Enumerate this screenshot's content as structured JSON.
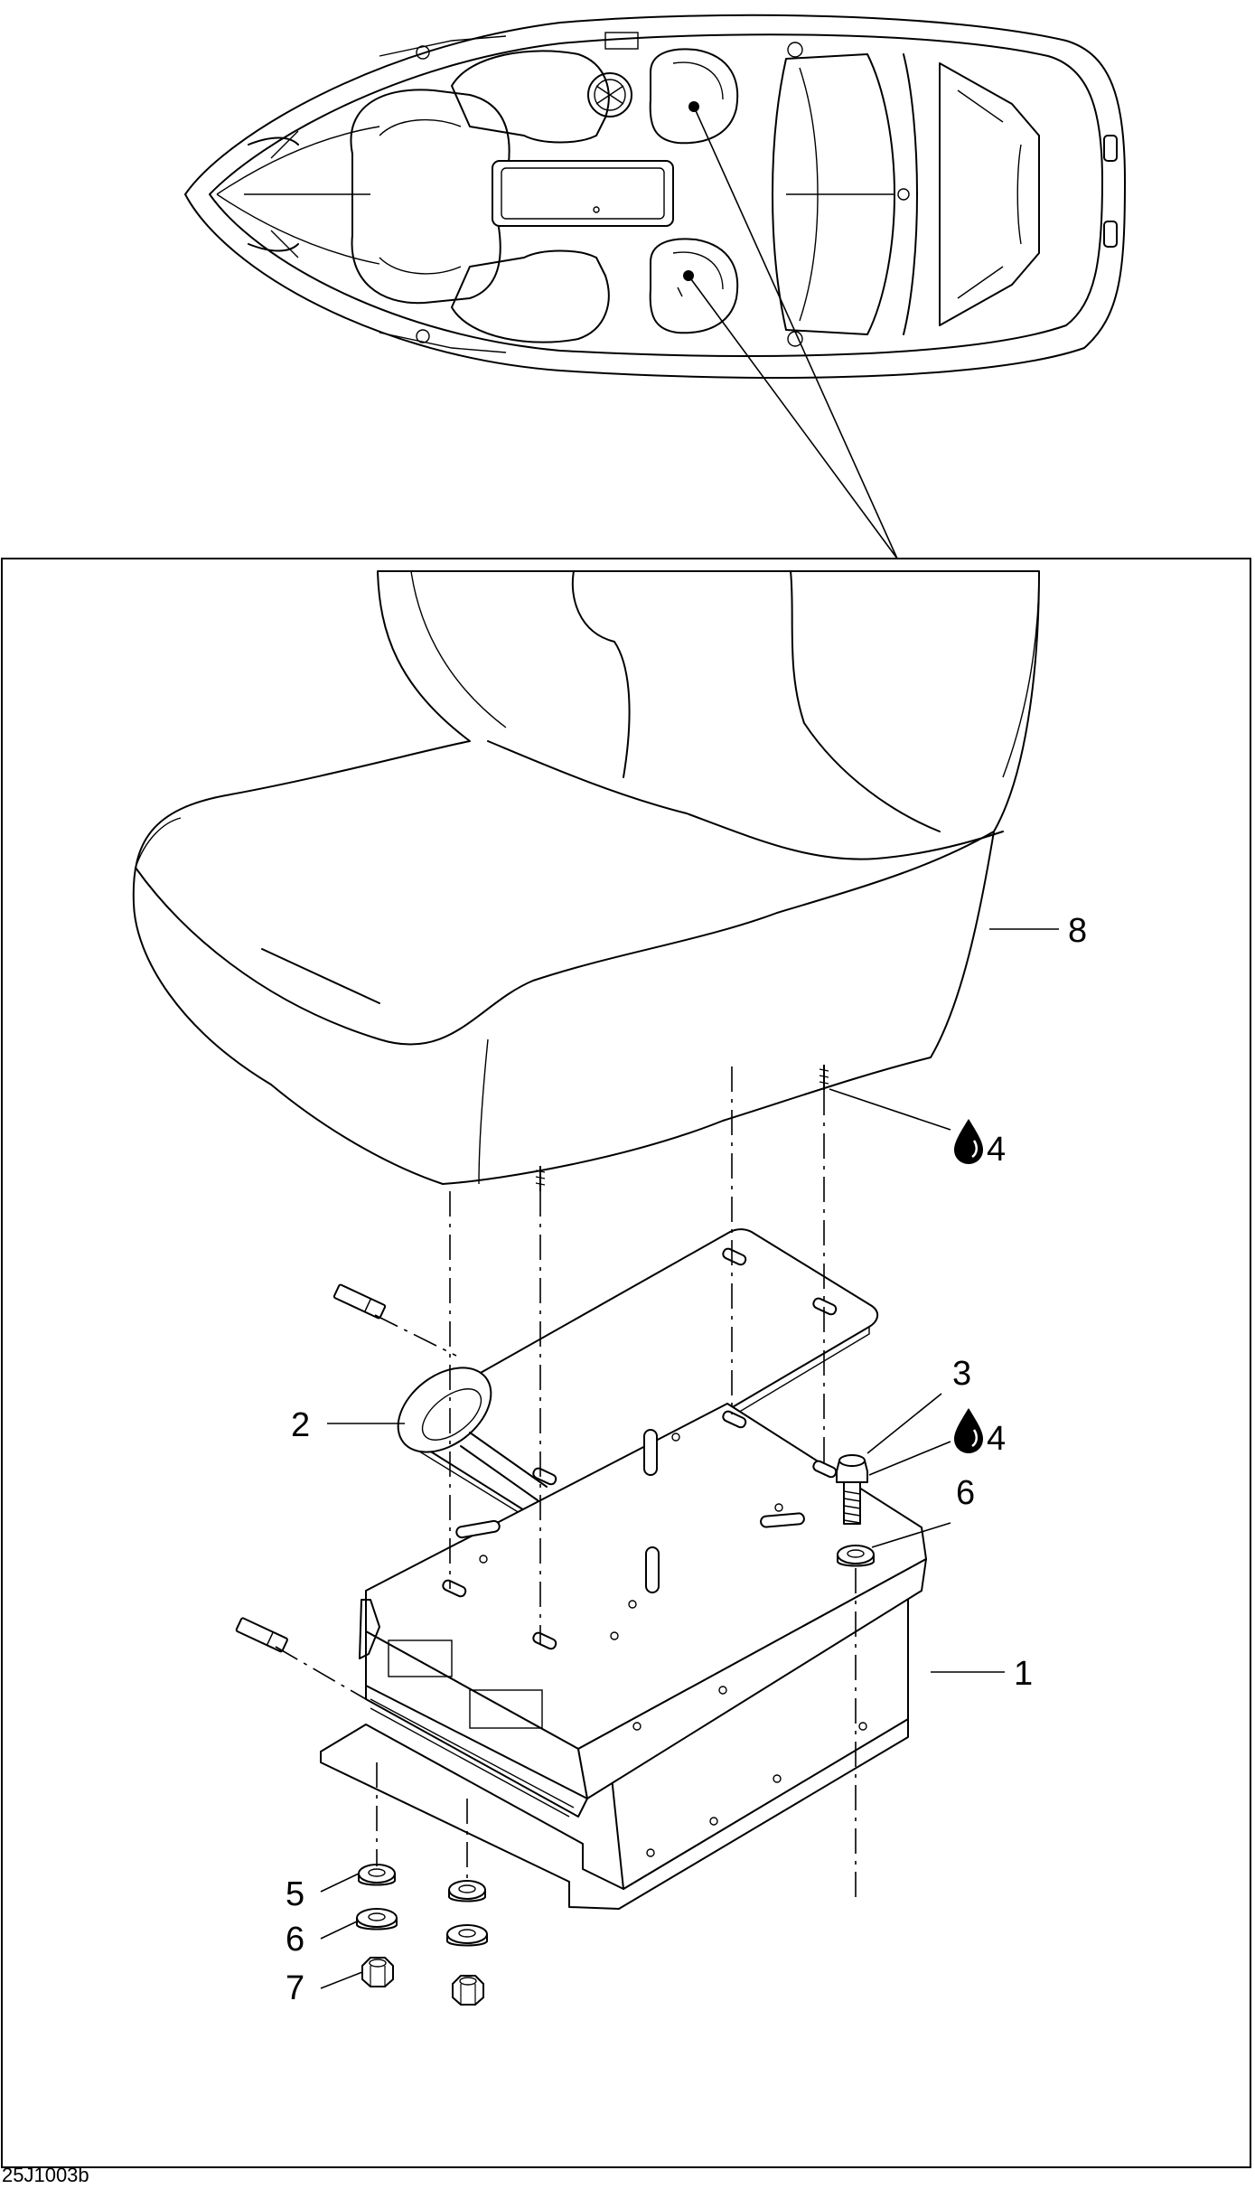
{
  "figure_code": "25J1003b",
  "callouts": {
    "c1": "1",
    "c2": "2",
    "c3": "3",
    "c4a": "4",
    "c4b": "4",
    "c5": "5",
    "c6a": "6",
    "c6b": "6",
    "c7": "7",
    "c8": "8"
  },
  "icons": {
    "thread_locker": "drop-icon"
  }
}
